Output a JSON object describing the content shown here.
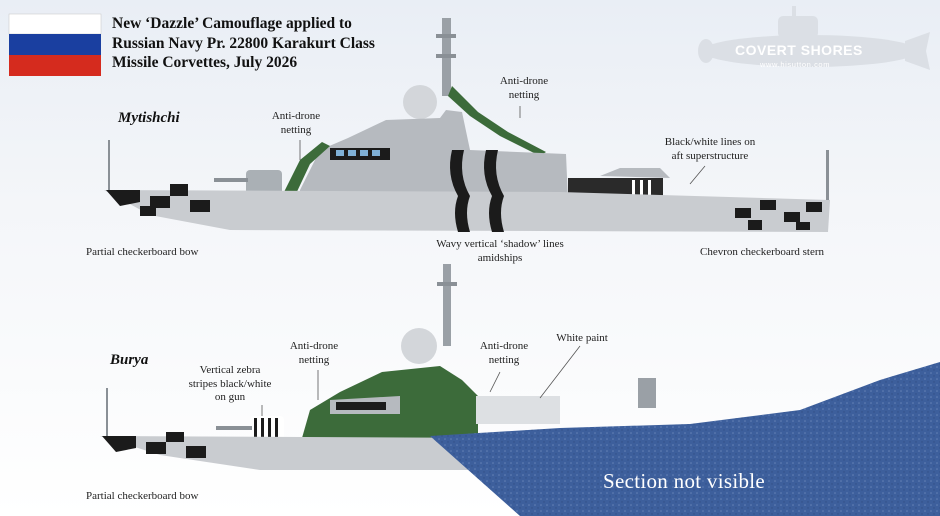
{
  "title_lines": [
    "New ‘Dazzle’ Camouflage applied to",
    "Russian Navy Pr. 22800 Karakurt Class",
    "Missile Corvettes, July 2026"
  ],
  "flag": {
    "colors": [
      "#ffffff",
      "#1a3fa0",
      "#d52b1e"
    ]
  },
  "logo": {
    "name": "COVERT SHORES",
    "url": "www.hisutton.com"
  },
  "ship_top": {
    "name": "Mytishchi",
    "callouts": {
      "anti_drone_fwd": [
        "Anti-drone",
        "netting"
      ],
      "anti_drone_mast": [
        "Anti-drone",
        "netting"
      ],
      "aft_lines": [
        "Black/white lines on",
        "aft superstructure"
      ],
      "bow": [
        "Partial checkerboard bow"
      ],
      "shadow_lines": [
        "Wavy vertical ‘shadow’ lines",
        "amidships"
      ],
      "stern": [
        "Chevron checkerboard stern"
      ]
    }
  },
  "ship_bottom": {
    "name": "Burya",
    "callouts": {
      "zebra_gun": [
        "Vertical zebra",
        "stripes black/white",
        "on gun"
      ],
      "anti_drone_fwd": [
        "Anti-drone",
        "netting"
      ],
      "anti_drone_aft": [
        "Anti-drone",
        "netting"
      ],
      "white_paint": [
        "White paint"
      ],
      "bow": [
        "Partial checkerboard bow"
      ],
      "hidden": "Section not visible"
    }
  },
  "colors": {
    "hull": "#c9ccd0",
    "superstructure": "#b9bdc2",
    "dark": "#1b1b1b",
    "netting": "#3c6b3a",
    "water": "#3d5f9c"
  }
}
